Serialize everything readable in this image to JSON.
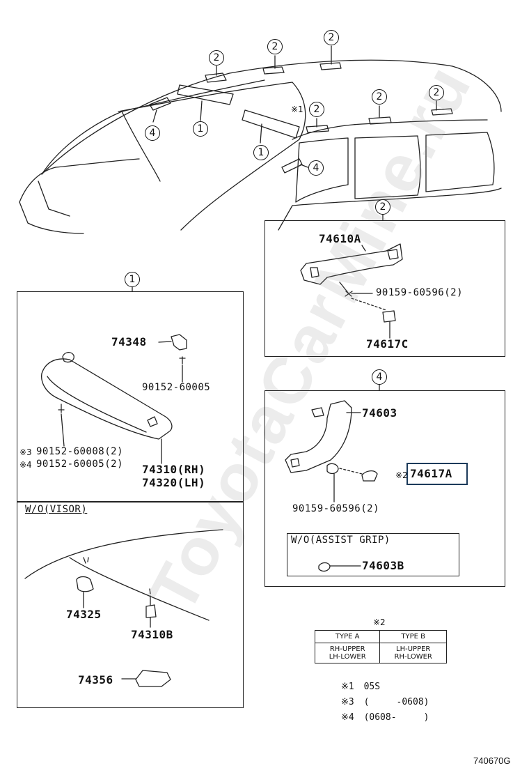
{
  "callouts": {
    "top": [
      "2",
      "2",
      "2",
      "2",
      "2",
      "2",
      "4",
      "1",
      "1",
      "4"
    ],
    "star1": "※1",
    "box_heads": {
      "b2": "2",
      "b1": "1",
      "b4": "4"
    }
  },
  "box2": {
    "p1": "74610A",
    "p2": "90159-60596(2)",
    "p3": "74617C"
  },
  "box1": {
    "p1": "74348",
    "p2": "90152-60005",
    "m3": "※3",
    "p3": "90152-60008(2)",
    "m4": "※4",
    "p4": "90152-60005(2)",
    "p5": "74310(RH)",
    "p6": "74320(LH)"
  },
  "wo_visor": {
    "title": "W/O(VISOR)",
    "p1": "74325",
    "p2": "74310B",
    "p3": "74356"
  },
  "box4": {
    "p1": "74603",
    "m2": "※2",
    "p2": "74617A",
    "p3": "90159-60596(2)",
    "wo_title": "W/O(ASSIST GRIP)",
    "p4": "74603B"
  },
  "legend": {
    "mark2": "※2",
    "col_a": "TYPE A",
    "col_b": "TYPE B",
    "a1": "RH-UPPER",
    "a2": "LH-LOWER",
    "b1": "LH-UPPER",
    "b2": "RH-LOWER",
    "notes": [
      {
        "mark": "※1",
        "text": "05S"
      },
      {
        "mark": "※3",
        "text": "(     -0608)"
      },
      {
        "mark": "※4",
        "text": "(0608-     )"
      }
    ]
  },
  "watermark": "ToyotaCarMine.ru",
  "figure_code": "740670G",
  "colors": {
    "highlight": "#1c3a5a",
    "line": "#222222"
  }
}
